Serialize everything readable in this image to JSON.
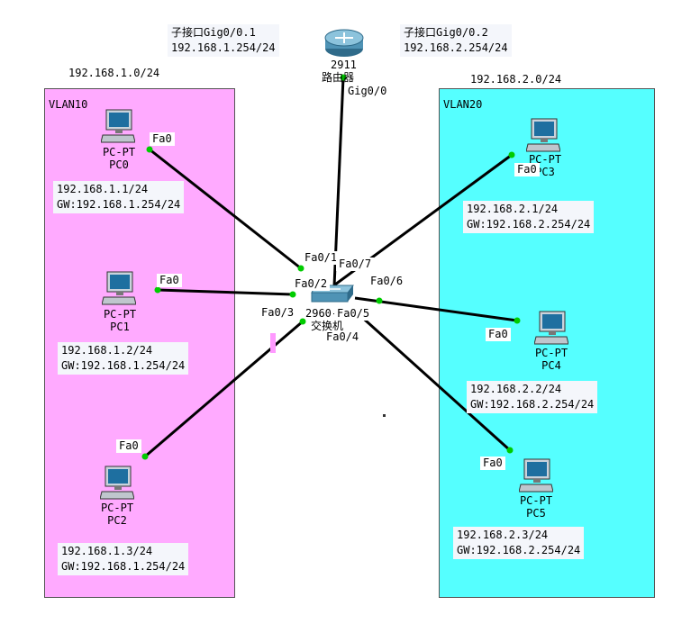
{
  "zones": {
    "vlan10": {
      "label": "VLAN10",
      "network": "192.168.1.0/24",
      "color": "#ffaaff"
    },
    "vlan20": {
      "label": "VLAN20",
      "network": "192.168.2.0/24",
      "color": "#55ffff"
    }
  },
  "router": {
    "model": "2911",
    "name": "路由器",
    "port": "Gig0/0",
    "sub1": {
      "title": "子接口Gig0/0.1",
      "ip": "192.168.1.254/24"
    },
    "sub2": {
      "title": "子接口Gig0/0.2",
      "ip": "192.168.2.254/24"
    }
  },
  "switch": {
    "model": "2960-",
    "name": "交换机"
  },
  "switch_ports": {
    "fa01": "Fa0/1",
    "fa02": "Fa0/2",
    "fa03": "Fa0/3",
    "fa04": "Fa0/4",
    "fa05": "Fa0/5",
    "fa06": "Fa0/6",
    "fa07": "Fa0/7"
  },
  "pcs": [
    {
      "type": "PC-PT",
      "name": "PC0",
      "port": "Fa0",
      "ip": "192.168.1.1/24",
      "gw": "GW:192.168.1.254/24"
    },
    {
      "type": "PC-PT",
      "name": "PC1",
      "port": "Fa0",
      "ip": "192.168.1.2/24",
      "gw": "GW:192.168.1.254/24"
    },
    {
      "type": "PC-PT",
      "name": "PC2",
      "port": "Fa0",
      "ip": "192.168.1.3/24",
      "gw": "GW:192.168.1.254/24"
    },
    {
      "type": "PC-PT",
      "name": "PC3",
      "port": "Fa0",
      "ip": "192.168.2.1/24",
      "gw": "GW:192.168.2.254/24"
    },
    {
      "type": "PC-PT",
      "name": "PC4",
      "port": "Fa0",
      "ip": "192.168.2.2/24",
      "gw": "GW:192.168.2.254/24"
    },
    {
      "type": "PC-PT",
      "name": "PC5",
      "port": "Fa0",
      "ip": "192.168.2.3/24",
      "gw": "GW:192.168.2.254/24"
    }
  ],
  "colors": {
    "link": "#000000",
    "port_up": "#00cc00"
  }
}
